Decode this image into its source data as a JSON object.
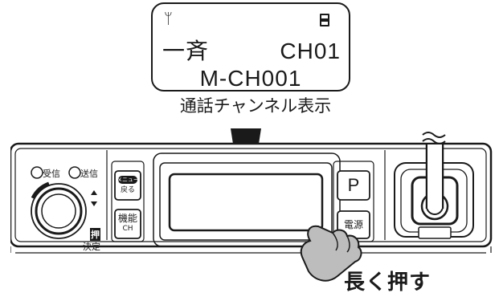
{
  "lcd": {
    "antenna_icon": "antenna-icon",
    "battery_icon": "battery-icon",
    "line1_left": "一斉",
    "line1_right": "CH01",
    "line2": "M-CH001"
  },
  "caption": "通話チャンネル表示",
  "radio": {
    "receive_label": "受信",
    "send_label": "送信",
    "push_label": "押",
    "confirm_label": "決定",
    "menu_label": "メニュー",
    "back_label": "戻る",
    "function_label": "機能",
    "ch_label": "CH",
    "p_label": "P",
    "power_label": "電源"
  },
  "instruction": "長く押す",
  "colors": {
    "outline": "#1a1a1a",
    "finger_fill": "#bdbdbd",
    "panel": "#ffffff"
  }
}
